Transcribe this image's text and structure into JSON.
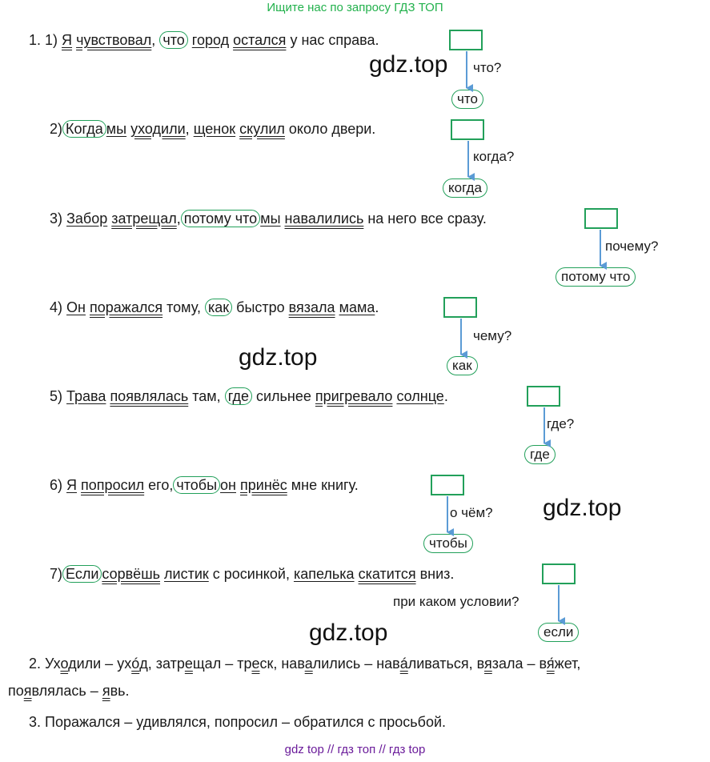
{
  "banner": "Ищите нас по запросу ГДЗ ТОП",
  "watermark": "gdz.top",
  "s1": {
    "num": "1. 1)",
    "w1": "Я",
    "w2": "чувствовал",
    "c": ",",
    "conj": "что",
    "w3": "город",
    "w4": "остался",
    "rest": "у нас справа.",
    "q": "что?",
    "oval": "что"
  },
  "s2": {
    "num": "2)",
    "conj": "Когда",
    "w1": "мы",
    "w2": "уходили",
    "c": ",",
    "w3": "щенок",
    "w4": "скулил",
    "rest": "около двери.",
    "q": "когда?",
    "oval": "когда"
  },
  "s3": {
    "num": "3)",
    "w1": "Забор",
    "w2": "затрещал",
    "c": ",",
    "conj": "потому что",
    "w3": "мы",
    "w4": "навалились",
    "rest": "на него все сразу.",
    "q": "почему?",
    "oval": "потому что"
  },
  "s4": {
    "num": "4)",
    "w1": "Он",
    "w2": "поражался",
    "mid": "тому,",
    "conj": "как",
    "t": "быстро",
    "w3": "вязала",
    "w4": "мама",
    "dot": ".",
    "q": "чему?",
    "oval": "как"
  },
  "s5": {
    "num": "5)",
    "w1": "Трава",
    "w2": "появлялась",
    "mid": "там,",
    "conj": "где",
    "t": "сильнее",
    "w3": "пригревало",
    "w4": "солнце",
    "dot": ".",
    "q": "где?",
    "oval": "где"
  },
  "s6": {
    "num": "6)",
    "w1": "Я",
    "w2": "попросил",
    "mid": "его,",
    "conj": "чтобы",
    "w3": "он",
    "w4": "принёс",
    "rest": "мне книгу.",
    "q": "о чём?",
    "oval": "чтобы"
  },
  "s7": {
    "num": "7)",
    "conj": "Если",
    "w1": "сорвёшь",
    "w2": "листик",
    "t": "с росинкой,",
    "w3": "капелька",
    "w4": "скатится",
    "rest": "вниз.",
    "q": "при каком условии?",
    "oval": "если"
  },
  "p2": {
    "a": "2. Ух",
    "a_u": "о",
    "a2": "дили – ух",
    "a_u2": "ó",
    "a3": "д, затр",
    "a_u3": "е",
    "a4": "щал – тр",
    "a_u4": "е",
    "a5": "ск, нав",
    "a_u5": "а",
    "a6": "лились – нав",
    "a_u6": "á",
    "a7": "ливаться, в",
    "a_u7": "я",
    "a8": "зала – в",
    "a_u8": "я́",
    "a9": "жет,",
    "b": "по",
    "b_u": "я",
    "b2": "влялась – ",
    "b_u2": "я",
    "b3": "вь."
  },
  "p3": "3. Поражался – удивлялся, попросил – обратился с просьбой.",
  "footer": "gdz top  //  гдз топ  //  гдз top"
}
